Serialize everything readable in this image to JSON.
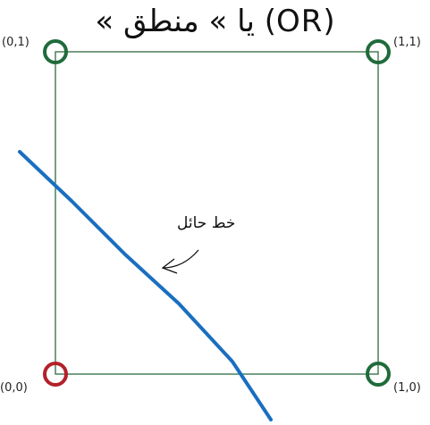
{
  "title": "« يا » منطق (OR)",
  "points": [
    {
      "label": "(0,0)",
      "x": 0,
      "y": 0,
      "output": 0,
      "color": "#b3202a"
    },
    {
      "label": "(1,0)",
      "x": 1,
      "y": 0,
      "output": 1,
      "color": "#1f6b3a"
    },
    {
      "label": "(0,1)",
      "x": 0,
      "y": 1,
      "output": 1,
      "color": "#1f6b3a"
    },
    {
      "label": "(1,1)",
      "x": 1,
      "y": 1,
      "output": 1,
      "color": "#1f6b3a"
    }
  ],
  "boundary": {
    "label": "خط حائل",
    "color": "#1a6fbf"
  },
  "square_color": "#2e6b3e"
}
